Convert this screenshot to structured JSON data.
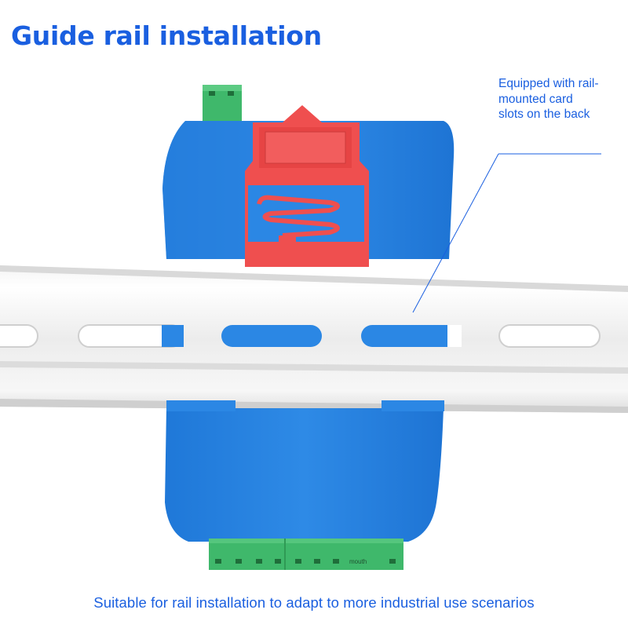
{
  "title": "Guide rail installation",
  "annotation": "Equipped with rail-mounted card slots on the back",
  "caption": "Suitable for rail installation to adapt to more industrial use scenarios",
  "terminal_label": "mouth",
  "colors": {
    "text_accent": "#1a5fe0",
    "module_body": "#2b87e4",
    "clip_red": "#ef4f4f",
    "terminal_green": "#3fb86b",
    "rail": "#e8e8e8"
  }
}
